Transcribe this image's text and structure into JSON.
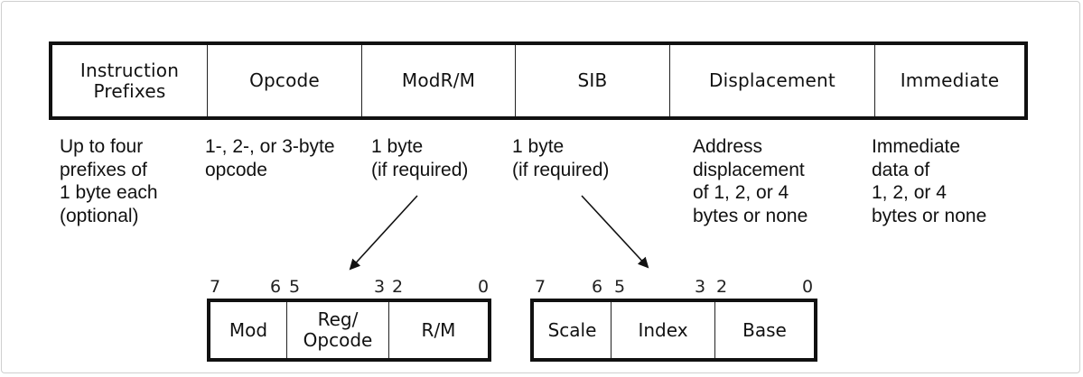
{
  "fields": [
    {
      "id": "prefixes",
      "label": "Instruction\nPrefixes",
      "desc": "Up to four\nprefixes of\n1 byte each\n(optional)"
    },
    {
      "id": "opcode",
      "label": "Opcode",
      "desc": "1-, 2-, or 3-byte\nopcode"
    },
    {
      "id": "modrm",
      "label": "ModR/M",
      "desc": "1 byte\n(if required)"
    },
    {
      "id": "sib",
      "label": "SIB",
      "desc": "1 byte\n(if required)"
    },
    {
      "id": "displacement",
      "label": "Displacement",
      "desc": "Address\ndisplacement\nof 1, 2, or 4\nbytes or none"
    },
    {
      "id": "immediate",
      "label": "Immediate",
      "desc": "Immediate\ndata of\n1, 2, or 4\nbytes or none"
    }
  ],
  "modrm_detail": {
    "fields": [
      "Mod",
      "Reg/\nOpcode",
      "R/M"
    ],
    "bits": [
      "7",
      "6",
      "5",
      "3",
      "2",
      "0"
    ]
  },
  "sib_detail": {
    "fields": [
      "Scale",
      "Index",
      "Base"
    ],
    "bits": [
      "7",
      "6",
      "5",
      "3",
      "2",
      "0"
    ]
  }
}
